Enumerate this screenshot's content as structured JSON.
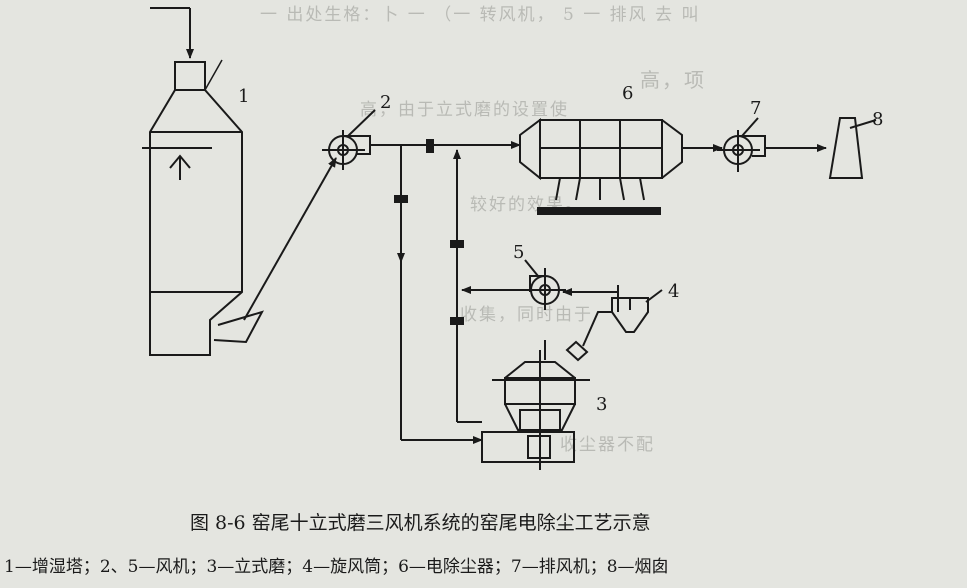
{
  "background_color": "#e4e5e0",
  "ink_color": "#1a1a1a",
  "components": [
    {
      "number": "1",
      "name": "增湿塔"
    },
    {
      "number": "2",
      "name": "风机"
    },
    {
      "number": "3",
      "name": "立式磨"
    },
    {
      "number": "4",
      "name": "旋风筒"
    },
    {
      "number": "5",
      "name": "风机"
    },
    {
      "number": "6",
      "name": "电除尘器"
    },
    {
      "number": "7",
      "name": "排风机"
    },
    {
      "number": "8",
      "name": "烟囱"
    }
  ],
  "caption": "图 8-6   窑尾十立式磨三风机系统的窑尾电除尘工艺示意",
  "legend": "1—增湿塔；2、5—风机；3—立式磨；4—旋风筒；6—电除尘器；7—排风机；8—烟囱"
}
